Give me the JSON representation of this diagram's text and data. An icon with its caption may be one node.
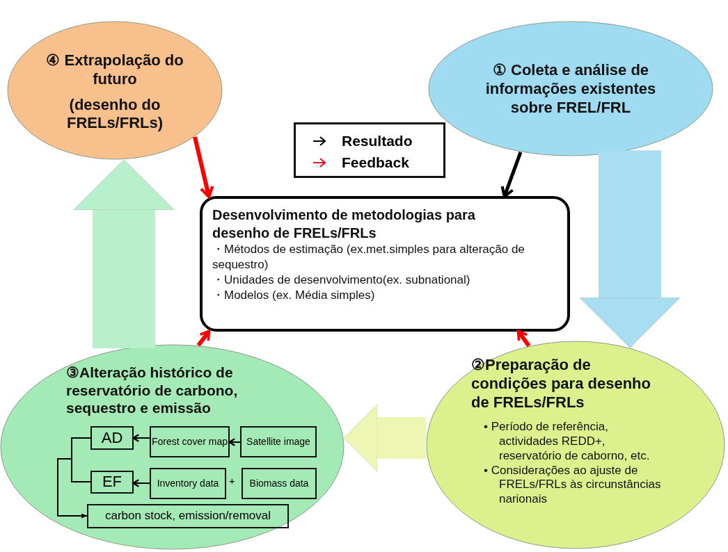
{
  "diagram": {
    "nodes": [
      {
        "text": [
          "④ Extrapolação do futuro",
          "(desenho do FRELs/FRLs)"
        ]
      },
      {
        "text": [
          "① Coleta e análise de informações existentes sobre FREL/FRL"
        ]
      },
      {
        "text": [
          "Desenvolvimento de metodologias para desenho de FRELs/FRLs",
          "・Métodos de estimação (ex.met.simples para alteração de sequestro)",
          "・Unidades de desenvolvimento(ex. subnational)",
          "・Modelos (ex. Média simples)"
        ]
      },
      {
        "text": [
          "③Alteração histórico de reservatório de carbono, sequestro e emissão"
        ]
      },
      {
        "text": [
          "AD"
        ],
        "in": 3
      },
      {
        "text": [
          "Forest cover map"
        ],
        "in": 3
      },
      {
        "text": [
          "Satellite image"
        ],
        "in": 3
      },
      {
        "text": [
          "EF"
        ],
        "in": 3
      },
      {
        "text": [
          "Inventory data"
        ],
        "in": 3
      },
      {
        "text": [
          "Biomass data"
        ],
        "in": 3
      },
      {
        "text": [
          "carbon stock, emission/removal"
        ],
        "in": 3
      },
      {
        "text": [
          "②Preparação de condições para desenho de FRELs/FRLs",
          "• Período de referência, actividades REDD+, reservatório de caborno, etc.",
          "• Considerações ao ajuste de FRELs/FRLs às circunstâncias narionais"
        ]
      }
    ],
    "edges": [
      {
        "from": 1,
        "to": 2,
        "arrow": "to"
      },
      {
        "from": 0,
        "to": 2,
        "arrow": "to",
        "color": "#ff0000"
      },
      {
        "from": 3,
        "to": 2,
        "arrow": "to",
        "color": "#ff0000"
      },
      {
        "from": 11,
        "to": 2,
        "arrow": "to",
        "color": "#ff0000"
      },
      {
        "from": 1,
        "to": 11,
        "arrow": "to",
        "style": "thick",
        "color": "#a9ddf2"
      },
      {
        "from": 11,
        "to": 3,
        "arrow": "to",
        "style": "thick",
        "color": "#eef6b4"
      },
      {
        "from": 3,
        "to": 0,
        "arrow": "to",
        "style": "thick",
        "color": "#b8f0cc"
      },
      {
        "from": 5,
        "to": 4,
        "arrow": "to"
      },
      {
        "from": 6,
        "to": 5,
        "arrow": "to"
      },
      {
        "from": 8,
        "to": 7,
        "arrow": "to"
      },
      {
        "from": 4,
        "to": 10,
        "arrow": "to"
      },
      {
        "from": 7,
        "to": 10,
        "arrow": "to"
      }
    ],
    "labels": [
      "+"
    ],
    "legend": [
      {
        "text": "Resultado"
      },
      {
        "text": "Feedback"
      }
    ]
  }
}
